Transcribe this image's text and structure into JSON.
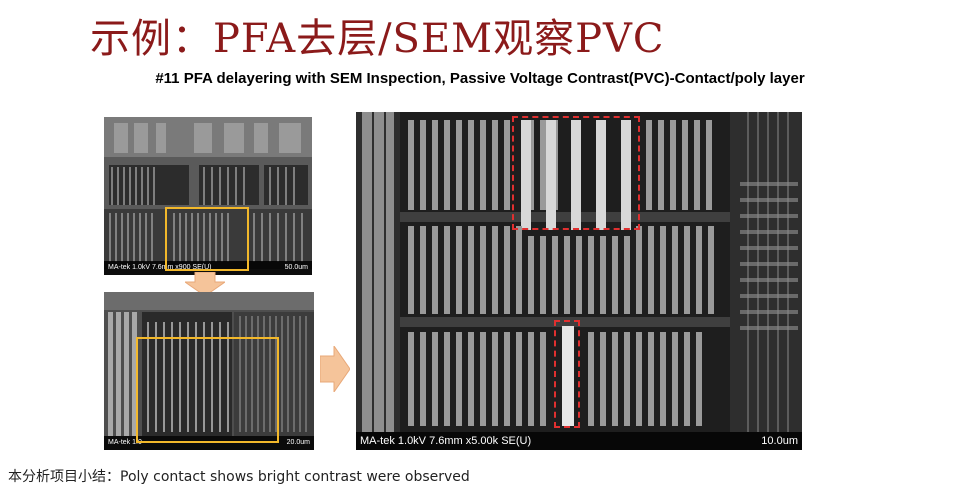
{
  "title": "示例：PFA去层/SEM观察PVC",
  "subtitle": "#11 PFA delayering with SEM Inspection, Passive Voltage Contrast(PVC)-Contact/poly layer",
  "images": {
    "top_left": {
      "caption": "MA-tek 1.0kV 7.6mm x900 SE(U)",
      "scale": "50.0um"
    },
    "bottom_left": {
      "caption": "MA-tek 1.0",
      "scale": "20.0um"
    },
    "main": {
      "caption": "MA-tek 1.0kV 7.6mm x5.00k SE(U)",
      "scale": "10.0um"
    }
  },
  "footer": "本分析项目小结：Poly contact shows bright contrast were observed",
  "colors": {
    "title": "#8b1a1a",
    "highlight_box": "#f2b82b",
    "defect_box": "#e03030",
    "arrow": "#f5c49a"
  }
}
